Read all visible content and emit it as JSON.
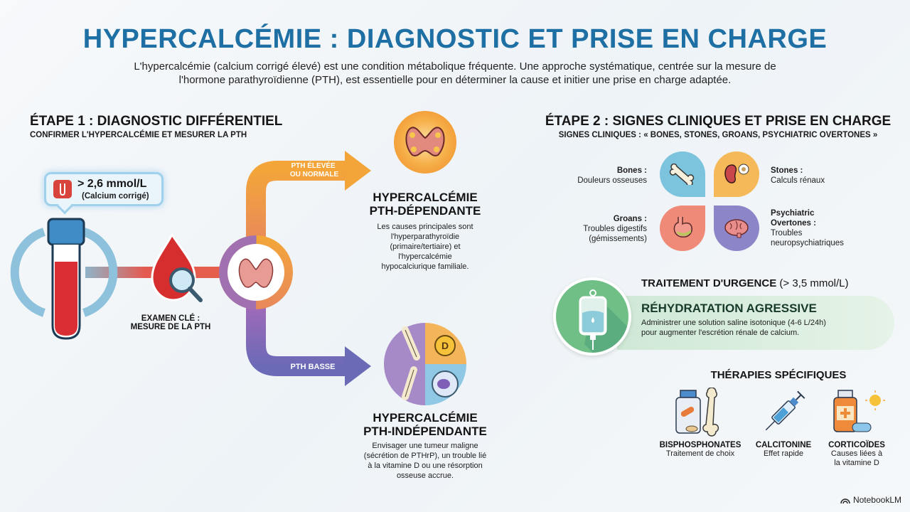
{
  "header": {
    "title": "HYPERCALCÉMIE : DIAGNOSTIC ET PRISE EN CHARGE",
    "intro_line1": "L'hypercalcémie (calcium corrigé élevé) est une condition métabolique fréquente. Une approche systématique, centrée sur la mesure de",
    "intro_line2": "l'hormone parathyroïdienne (PTH), est essentielle pour en déterminer la cause et initier une prise en charge adaptée."
  },
  "step1": {
    "title": "ÉTAPE 1 : DIAGNOSTIC DIFFÉRENTIEL",
    "subtitle": "CONFIRMER L'HYPERCALCÉMIE ET MESURER LA PTH",
    "threshold": {
      "value": "> 2,6 mmol/L",
      "label": "(Calcium corrigé)",
      "icon": "test-tube-icon"
    },
    "key_exam": {
      "line1": "EXAMEN CLÉ :",
      "line2": "MESURE DE LA PTH",
      "icon": "blood-drop-magnifier-icon"
    },
    "branch_high": {
      "arrow_line1": "PTH ÉLEVÉE",
      "arrow_line2": "OU NORMALE",
      "title_line1": "HYPERCALCÉMIE",
      "title_line2": "PTH-DÉPENDANTE",
      "desc": [
        "Les causes principales sont",
        "l'hyperparathyroïdie",
        "(primaire/tertiaire) et",
        "l'hypercalcémie",
        "hypocalciurique familiale."
      ],
      "color": "#f0a23a"
    },
    "branch_low": {
      "arrow_label": "PTH BASSE",
      "title_line1": "HYPERCALCÉMIE",
      "title_line2": "PTH-INDÉPENDANTE",
      "desc": [
        "Envisager une tumeur maligne",
        "(sécrétion de PTHrP), un trouble lié",
        "à la vitamine D ou une résorption",
        "osseuse accrue."
      ],
      "color": "#6d6cb8"
    }
  },
  "step2": {
    "title": "ÉTAPE 2 : SIGNES CLINIQUES ET PRISE EN CHARGE",
    "subtitle": "SIGNES CLINIQUES : « BONES, STONES, GROANS, PSYCHIATRIC OVERTONES »",
    "signs": [
      {
        "name": "Bones :",
        "desc": [
          "Douleurs osseuses"
        ],
        "color": "#7cc4de",
        "icon": "bone-icon"
      },
      {
        "name": "Stones :",
        "desc": [
          "Calculs rénaux"
        ],
        "color": "#f5b95a",
        "icon": "kidney-icon"
      },
      {
        "name": "Groans :",
        "desc": [
          "Troubles digestifs",
          "(gémissements)"
        ],
        "color": "#ef8a78",
        "icon": "stomach-icon"
      },
      {
        "name": "Psychiatric",
        "name2": "Overtones :",
        "desc": [
          "Troubles",
          "neuropsychiatriques"
        ],
        "color": "#8c86c9",
        "icon": "brain-icon"
      }
    ],
    "urgent": {
      "header": "TRAITEMENT D'URGENCE",
      "threshold": "(> 3,5 mmol/L)",
      "title": "RÉHYDRATATION AGRESSIVE",
      "desc_line1": "Administrer une solution saline isotonique (4-6 L/24h)",
      "desc_line2": "pour augmenter l'escrétion rénale de calcium.",
      "icon": "iv-bag-icon"
    },
    "therapies": {
      "title": "THÉRAPIES SPÉCIFIQUES",
      "items": [
        {
          "name": "BISPHOSPHONATES",
          "desc": [
            "Traitement de choix"
          ],
          "icon": "pill-bottle-bone-icon"
        },
        {
          "name": "CALCITONINE",
          "desc": [
            "Effet rapide"
          ],
          "icon": "syringe-icon"
        },
        {
          "name": "CORTICOÏDES",
          "desc": [
            "Causes liées à",
            "la vitamine D"
          ],
          "icon": "medicine-bottle-sun-icon"
        }
      ]
    }
  },
  "footer": {
    "brand": "NotebookLM"
  }
}
